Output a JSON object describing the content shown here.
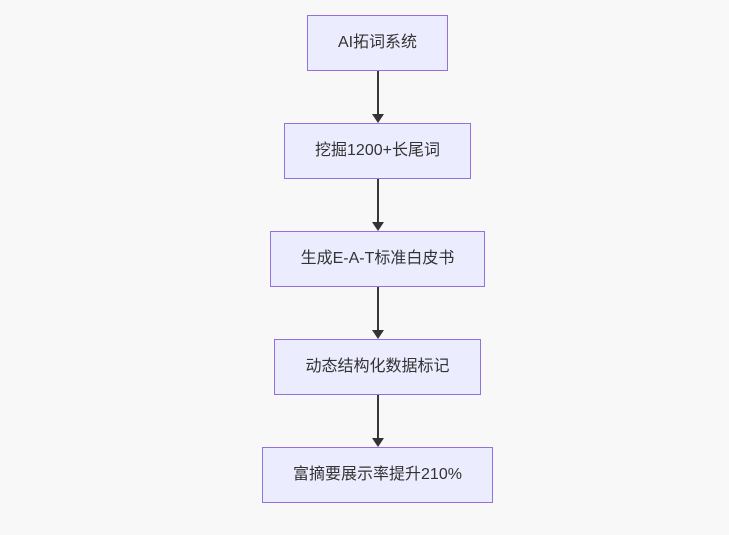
{
  "page": {
    "background_color": "#f8f8f8"
  },
  "flowchart": {
    "type": "vertical-flowchart",
    "direction": "top-down",
    "theme": {
      "node_fill": "#ECECFF",
      "node_border": "#9370DB",
      "text_color": "#333333",
      "arrow_color": "#333333"
    },
    "nodes": [
      {
        "id": "n1",
        "label": "AI拓词系统"
      },
      {
        "id": "n2",
        "label": "挖掘1200+长尾词"
      },
      {
        "id": "n3",
        "label": "生成E-A-T标准白皮书"
      },
      {
        "id": "n4",
        "label": "动态结构化数据标记"
      },
      {
        "id": "n5",
        "label": "富摘要展示率提升210%"
      }
    ],
    "edges": [
      {
        "from": "n1",
        "to": "n2",
        "style": "arrow-down"
      },
      {
        "from": "n2",
        "to": "n3",
        "style": "arrow-down"
      },
      {
        "from": "n3",
        "to": "n4",
        "style": "arrow-down"
      },
      {
        "from": "n4",
        "to": "n5",
        "style": "arrow-down"
      }
    ]
  }
}
